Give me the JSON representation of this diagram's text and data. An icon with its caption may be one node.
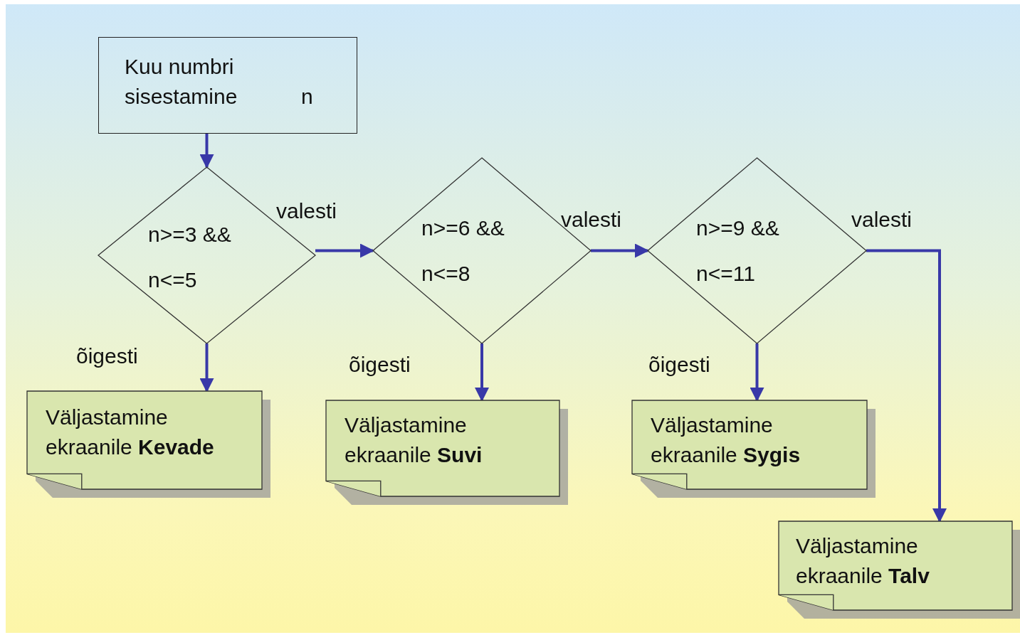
{
  "diagram": {
    "nodes": [
      {
        "text": [
          "Kuu numbri sisestamine",
          "n"
        ]
      },
      {
        "text": [
          "n>=3 &&",
          "n<=5"
        ]
      },
      {
        "text": [
          "n>=6 &&",
          "n<=8"
        ]
      },
      {
        "text": [
          "n>=9 &&",
          "n<=11"
        ]
      },
      {
        "text": [
          "Väljastamine ekraanile **Kevade**"
        ]
      },
      {
        "text": [
          "Väljastamine ekraanile **Suvi**"
        ]
      },
      {
        "text": [
          "Väljastamine ekraanile **Sygis**"
        ]
      },
      {
        "text": [
          "Väljastamine ekraanile **Talv**"
        ]
      }
    ],
    "edges": [
      {
        "from": 0,
        "to": 1,
        "arrow": "to"
      },
      {
        "from": 1,
        "to": 2,
        "arrow": "to",
        "label": "valesti"
      },
      {
        "from": 2,
        "to": 3,
        "arrow": "to",
        "label": "valesti"
      },
      {
        "from": 3,
        "to": 7,
        "arrow": "to",
        "label": "valesti"
      },
      {
        "from": 1,
        "to": 4,
        "arrow": "to",
        "label": "õigesti"
      },
      {
        "from": 2,
        "to": 5,
        "arrow": "to",
        "label": "õigesti"
      },
      {
        "from": 3,
        "to": 6,
        "arrow": "to",
        "label": "õigesti"
      }
    ]
  }
}
